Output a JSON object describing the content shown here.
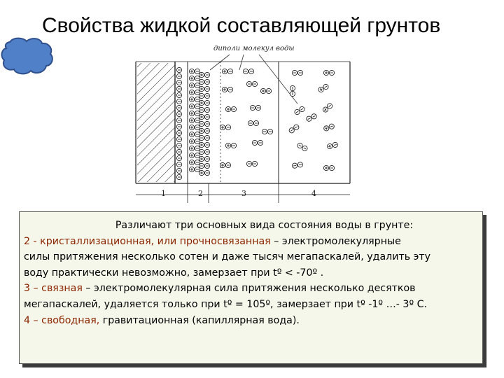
{
  "title": "Свойства жидкой составляющей грунтов",
  "diagram": {
    "caption": "диполи молекул воды",
    "zones": [
      "1",
      "2",
      "3",
      "4"
    ]
  },
  "text": {
    "heading": "Различают три основных вида состояния воды в грунте:",
    "item2": {
      "term": "2 - кристаллизационная, или прочносвязанная",
      "rest": " – электромолекулярные",
      "line2": "силы притяжения несколько сотен и даже тысяч мегапаскалей, удалить эту",
      "line3": "воду практически невозможно, замерзает при tº < -70º ."
    },
    "item3": {
      "term": "3 – связная",
      "rest": " – электромолекулярная сила притяжения несколько десятков",
      "line2": "мегапаскалей, удаляется только при tº = 105º, замерзает при tº  -1º …- 3º С."
    },
    "item4": {
      "term": "4 – свободная,",
      "rest": " гравитационная (капиллярная вода)."
    }
  },
  "colors": {
    "blob_fill": "#4f80c8",
    "blob_stroke": "#2f4f8c",
    "term_color": "#8b2500",
    "box_bg": "#f4f7ea"
  }
}
